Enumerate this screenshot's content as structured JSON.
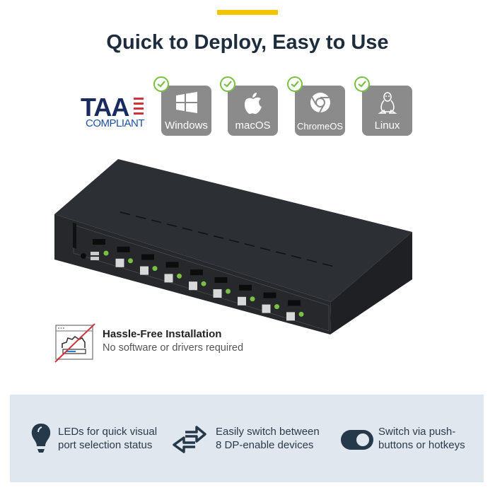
{
  "header": {
    "title": "Quick to Deploy, Easy to Use",
    "accent_color": "#f5c400"
  },
  "certification": {
    "logo_text": "TAA",
    "logo_subtext": "COMPLIANT"
  },
  "os_support": [
    {
      "label": "Windows",
      "icon": "windows-icon",
      "supported": true
    },
    {
      "label": "macOS",
      "icon": "apple-icon",
      "supported": true
    },
    {
      "label": "ChromeOS",
      "icon": "chrome-icon",
      "supported": true
    },
    {
      "label": "Linux",
      "icon": "linux-tux-icon",
      "supported": true
    }
  ],
  "installation": {
    "title": "Hassle-Free Installation",
    "subtitle": "No software or drivers required"
  },
  "features": [
    {
      "icon": "lightbulb-icon",
      "line1": "LEDs for quick visual",
      "line2": "port selection status"
    },
    {
      "icon": "switch-arrows-icon",
      "line1": "Easily switch between",
      "line2": "8 DP-enable devices"
    },
    {
      "icon": "toggle-icon",
      "line1": "Switch via push-",
      "line2": "buttons or hotkeys"
    }
  ],
  "colors": {
    "check_green": "#7ac143",
    "tile_gray": "#8b8b8b",
    "panel_bg": "#e1e7ee",
    "icon_dark": "#26394a"
  }
}
